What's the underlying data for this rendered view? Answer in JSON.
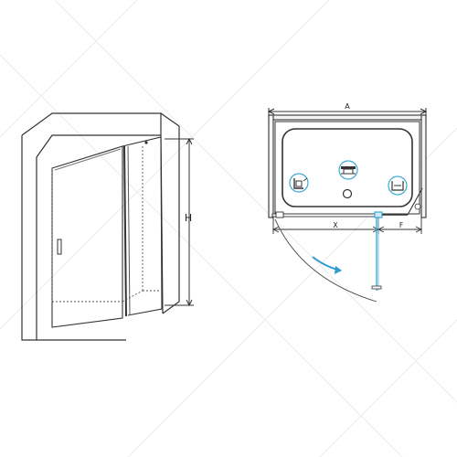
{
  "labels": {
    "height": "H",
    "width_total": "A",
    "door_width": "X",
    "fixed_width": "F"
  },
  "colors": {
    "line": "#333333",
    "light_line": "#888888",
    "accent_blue": "#3aa9d8",
    "accent_light": "#cfe8f5",
    "watermark": "#e8e8e8"
  },
  "icons": [
    "wall-profile-icon",
    "hinge-icon",
    "wall-bracket-icon",
    "drain-icon",
    "swing-arrow-icon"
  ]
}
